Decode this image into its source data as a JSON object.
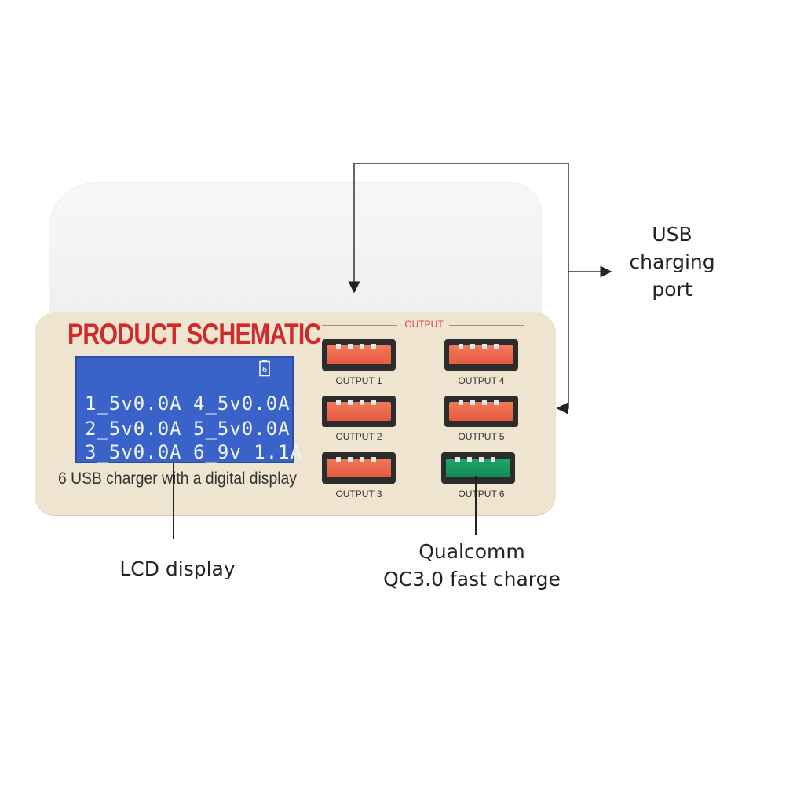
{
  "product": {
    "title": "PRODUCT SCHEMATIC",
    "caption": "6 USB charger with a digital display",
    "battery_label": "6",
    "output_group_label": "OUTPUT"
  },
  "lcd": {
    "rows": [
      {
        "left": "1_5v0.0A",
        "right": "4_5v0.0A"
      },
      {
        "left": "2_5v0.0A",
        "right": "5_5v0.0A"
      },
      {
        "left": "3_5v0.0A",
        "right": "6_9v 1.1A"
      }
    ]
  },
  "ports": [
    {
      "label": "OUTPUT 1",
      "color": "#e8644a"
    },
    {
      "label": "OUTPUT 2",
      "color": "#e8644a"
    },
    {
      "label": "OUTPUT 3",
      "color": "#e8644a"
    },
    {
      "label": "OUTPUT 4",
      "color": "#e8644a"
    },
    {
      "label": "OUTPUT 5",
      "color": "#e8644a"
    },
    {
      "label": "OUTPUT 6",
      "color": "#1a9a60"
    }
  ],
  "callouts": {
    "usb_port": [
      "USB",
      "charging",
      "port"
    ],
    "lcd": "LCD display",
    "qualcomm": [
      "Qualcomm",
      "QC3.0 fast charge"
    ]
  },
  "colors": {
    "title_red": "#d02a2a",
    "lcd_blue": "#3a63c9",
    "front_panel": "#efe4cf"
  }
}
